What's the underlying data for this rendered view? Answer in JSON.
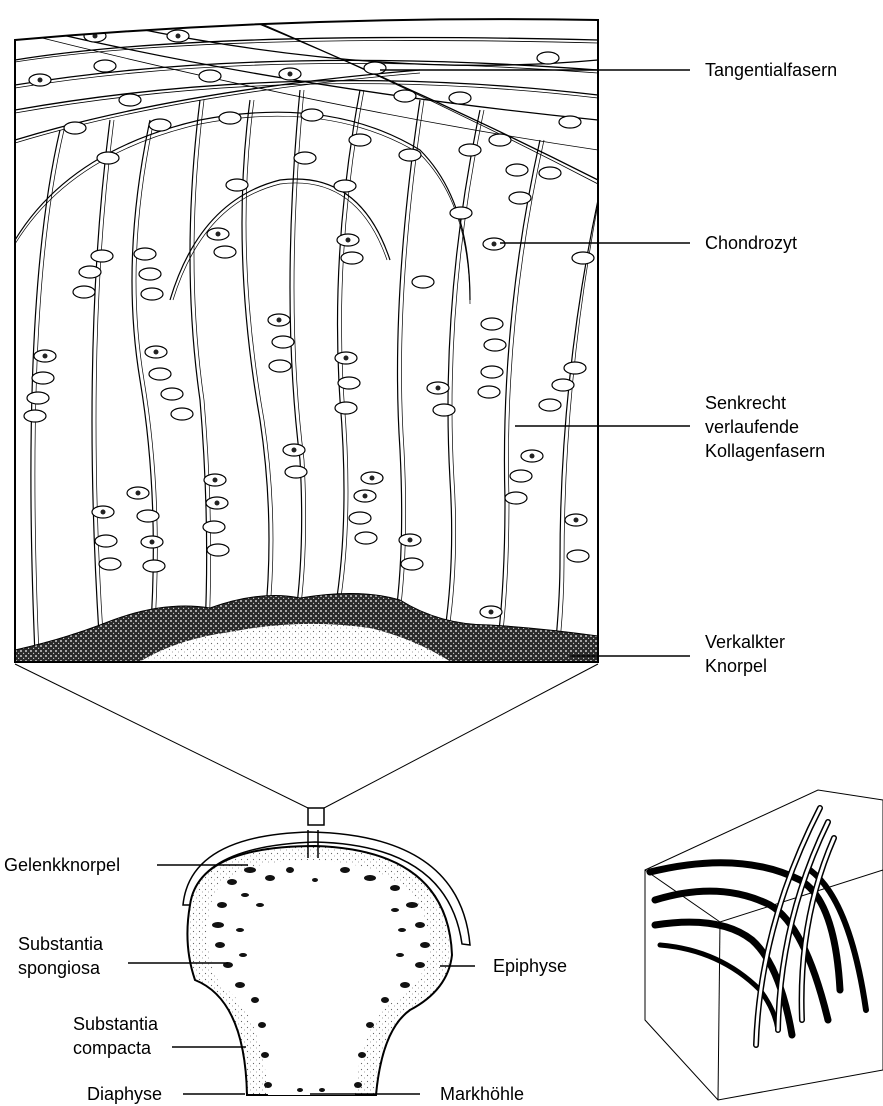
{
  "labels": {
    "tangential": "Tangentialfasern",
    "chondrozyt": "Chondrozyt",
    "collagen": [
      "Senkrecht",
      "verlaufende",
      "Kollagenfasern"
    ],
    "calcified": [
      "Verkalkter",
      "Knorpel"
    ],
    "gelenkknorpel": "Gelenkknorpel",
    "spongiosa": [
      "Substantia",
      "spongiosa"
    ],
    "compacta": [
      "Substantia",
      "compacta"
    ],
    "diaphyse": "Diaphyse",
    "epiphyse": "Epiphyse",
    "markhoehle": "Markhöhle"
  },
  "colors": {
    "ink": "#000000",
    "paper": "#ffffff",
    "stipple": "#8a8a8a"
  }
}
